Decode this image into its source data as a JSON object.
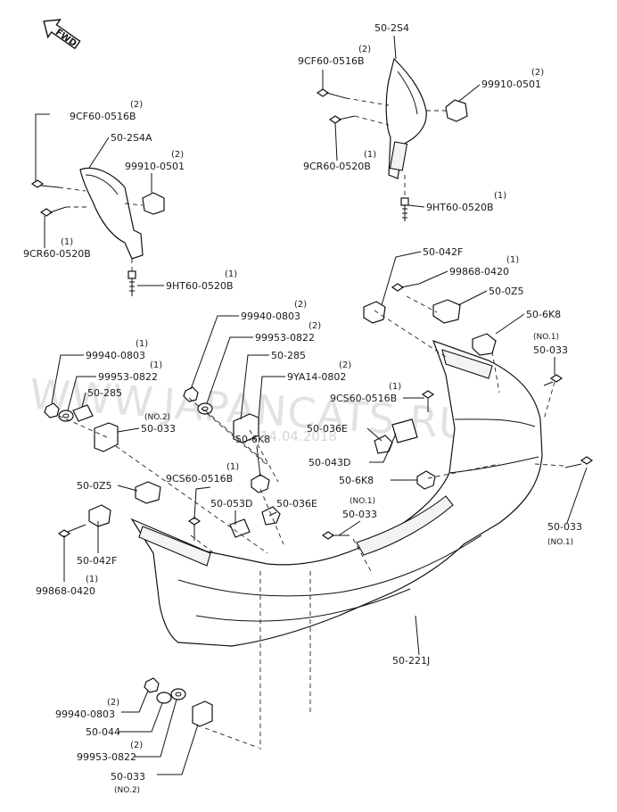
{
  "fwd_label": "FWD",
  "watermark": "WWW.JAPANCATS.RU",
  "watermark_date": "14.04.2018",
  "callouts": [
    {
      "id": "c1",
      "part": "50-2S4",
      "qty": ""
    },
    {
      "id": "c2",
      "part": "9CF60-0516B",
      "qty": "(2)"
    },
    {
      "id": "c3",
      "part": "99910-0501",
      "qty": "(2)"
    },
    {
      "id": "c4",
      "part": "9CR60-0520B",
      "qty": "(1)"
    },
    {
      "id": "c5",
      "part": "9HT60-0520B",
      "qty": "(1)"
    },
    {
      "id": "c6",
      "part": "9CF60-0516B",
      "qty": "(2)"
    },
    {
      "id": "c7",
      "part": "50-2S4A",
      "qty": ""
    },
    {
      "id": "c8",
      "part": "99910-0501",
      "qty": "(2)"
    },
    {
      "id": "c9",
      "part": "9CR60-0520B",
      "qty": "(1)"
    },
    {
      "id": "c10",
      "part": "9HT60-0520B",
      "qty": "(1)"
    },
    {
      "id": "c11",
      "part": "50-042F",
      "qty": ""
    },
    {
      "id": "c12",
      "part": "99868-0420",
      "qty": "(1)"
    },
    {
      "id": "c13",
      "part": "50-0Z5",
      "qty": ""
    },
    {
      "id": "c14",
      "part": "50-6K8",
      "qty": ""
    },
    {
      "id": "c15",
      "part": "50-033",
      "qty": "(NO.1)"
    },
    {
      "id": "c16",
      "part": "99940-0803",
      "qty": "(2)"
    },
    {
      "id": "c17",
      "part": "99953-0822",
      "qty": "(2)"
    },
    {
      "id": "c18",
      "part": "50-285",
      "qty": ""
    },
    {
      "id": "c19",
      "part": "9YA14-0802",
      "qty": "(2)"
    },
    {
      "id": "c20",
      "part": "9CS60-0516B",
      "qty": "(1)"
    },
    {
      "id": "c21",
      "part": "99940-0803",
      "qty": "(1)"
    },
    {
      "id": "c22",
      "part": "99953-0822",
      "qty": "(1)"
    },
    {
      "id": "c23",
      "part": "50-285",
      "qty": ""
    },
    {
      "id": "c24",
      "part": "50-033",
      "qty": "(NO.2)"
    },
    {
      "id": "c25",
      "part": "50-036E",
      "qty": ""
    },
    {
      "id": "c26",
      "part": "50-043D",
      "qty": ""
    },
    {
      "id": "c27",
      "part": "50-6K8",
      "qty": ""
    },
    {
      "id": "c28",
      "part": "50-6K8",
      "qty": ""
    },
    {
      "id": "c29",
      "part": "9CS60-0516B",
      "qty": "(1)"
    },
    {
      "id": "c30",
      "part": "50-0Z5",
      "qty": ""
    },
    {
      "id": "c31",
      "part": "50-053D",
      "qty": ""
    },
    {
      "id": "c32",
      "part": "50-036E",
      "qty": ""
    },
    {
      "id": "c33",
      "part": "50-033",
      "qty": "(NO.1)"
    },
    {
      "id": "c34",
      "part": "50-033",
      "qty": "(NO.1)"
    },
    {
      "id": "c35",
      "part": "50-042F",
      "qty": ""
    },
    {
      "id": "c36",
      "part": "99868-0420",
      "qty": "(1)"
    },
    {
      "id": "c37",
      "part": "50-221J",
      "qty": ""
    },
    {
      "id": "c38",
      "part": "99940-0803",
      "qty": "(2)"
    },
    {
      "id": "c39",
      "part": "50-044",
      "qty": ""
    },
    {
      "id": "c40",
      "part": "99953-0822",
      "qty": "(2)"
    },
    {
      "id": "c41",
      "part": "50-033",
      "qty": "(NO.2)"
    }
  ]
}
